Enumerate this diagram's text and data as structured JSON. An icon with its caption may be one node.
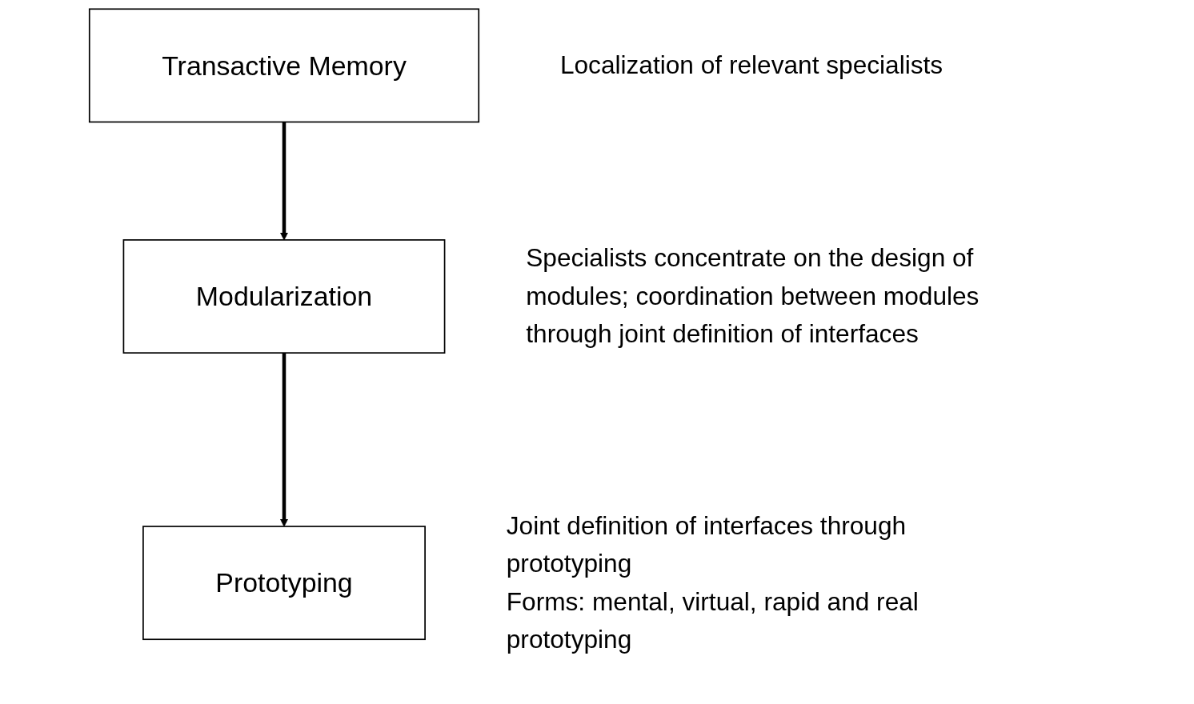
{
  "diagram": {
    "nodes": [
      {
        "text": [
          "Transactive Memory"
        ],
        "beside": [
          "Localization of relevant specialists"
        ]
      },
      {
        "text": [
          "Modularization"
        ],
        "beside": [
          "Specialists concentrate on the design of modules; coordination between modules through joint definition of interfaces"
        ]
      },
      {
        "text": [
          "Prototyping"
        ],
        "beside": [
          "Joint definition of interfaces through prototyping",
          "Forms: mental, virtual, rapid and real prototyping"
        ]
      }
    ],
    "edges": [
      {
        "from": 0,
        "to": 1,
        "arrow": "to"
      },
      {
        "from": 1,
        "to": 2,
        "arrow": "to"
      }
    ]
  }
}
